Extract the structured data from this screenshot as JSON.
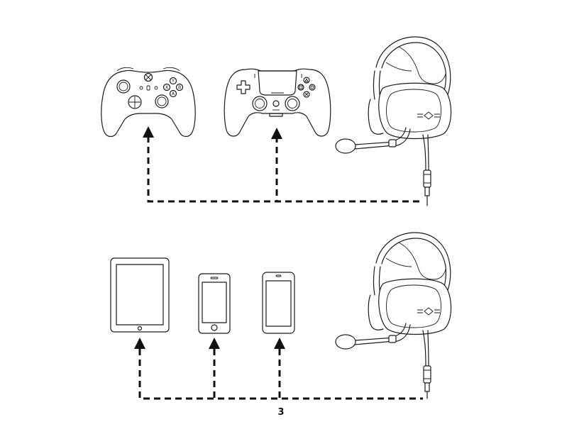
{
  "page": {
    "number": "3"
  },
  "top_diagram": {
    "devices": [
      {
        "icon": "xbox-controller-icon",
        "button_letters": [
          "Y",
          "X",
          "B",
          "A"
        ]
      },
      {
        "icon": "playstation-controller-icon"
      }
    ],
    "headset_icon": "hyperx-headset-icon",
    "connection": "dashed-arrow-lines"
  },
  "bottom_diagram": {
    "devices": [
      {
        "icon": "tablet-icon"
      },
      {
        "icon": "iphone-icon"
      },
      {
        "icon": "android-phone-icon"
      }
    ],
    "headset_icon": "hyperx-headset-icon",
    "connection": "dashed-arrow-lines"
  },
  "colors": {
    "line": "#1a1a1a",
    "background": "#ffffff"
  }
}
